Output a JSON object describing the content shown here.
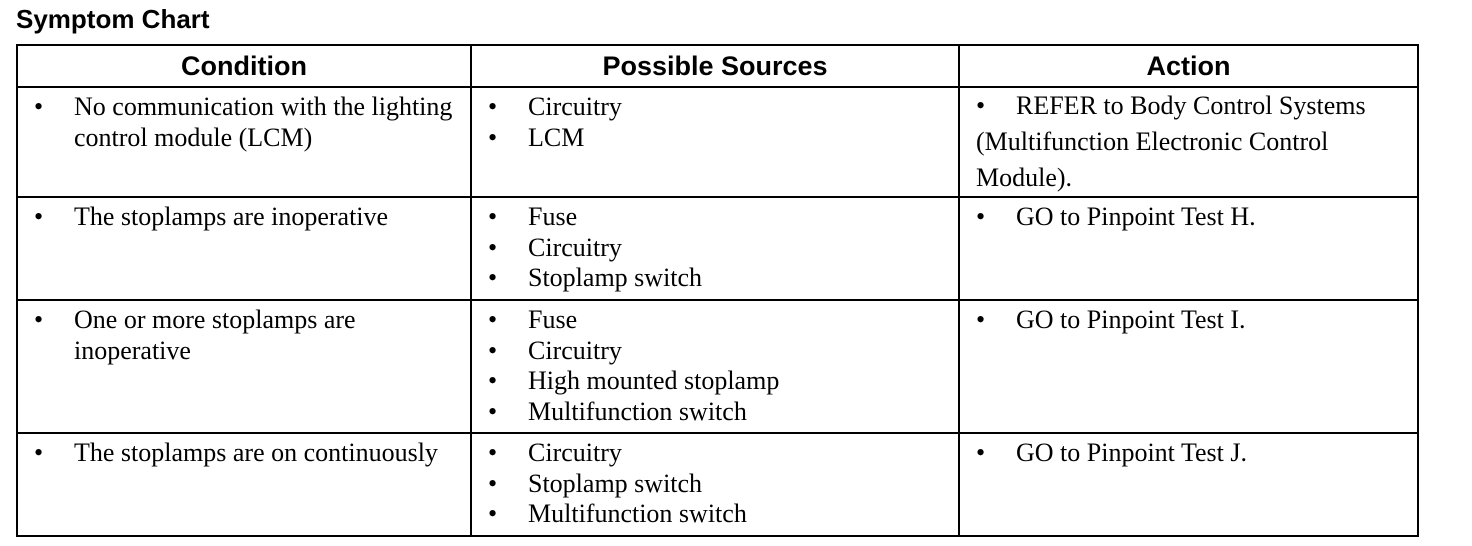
{
  "title": "Symptom Chart",
  "headers": {
    "condition": "Condition",
    "sources": "Possible Sources",
    "action": "Action"
  },
  "bullet_glyph": "•",
  "rows": [
    {
      "condition": "No communication with the lighting control module (LCM)",
      "sources": [
        "Circuitry",
        "LCM"
      ],
      "action": "REFER to Body Control Systems (Multifunction Electronic Control Module)."
    },
    {
      "condition": "The stoplamps are inoperative",
      "sources": [
        "Fuse",
        "Circuitry",
        "Stoplamp switch"
      ],
      "action": "GO to Pinpoint Test H."
    },
    {
      "condition": "One or more stoplamps are inoperative",
      "sources": [
        "Fuse",
        "Circuitry",
        "High mounted stoplamp",
        "Multifunction switch"
      ],
      "action": "GO to Pinpoint Test I."
    },
    {
      "condition": "The stoplamps are on continuously",
      "sources": [
        "Circuitry",
        "Stoplamp switch",
        "Multifunction switch"
      ],
      "action": "GO to Pinpoint Test J."
    }
  ]
}
